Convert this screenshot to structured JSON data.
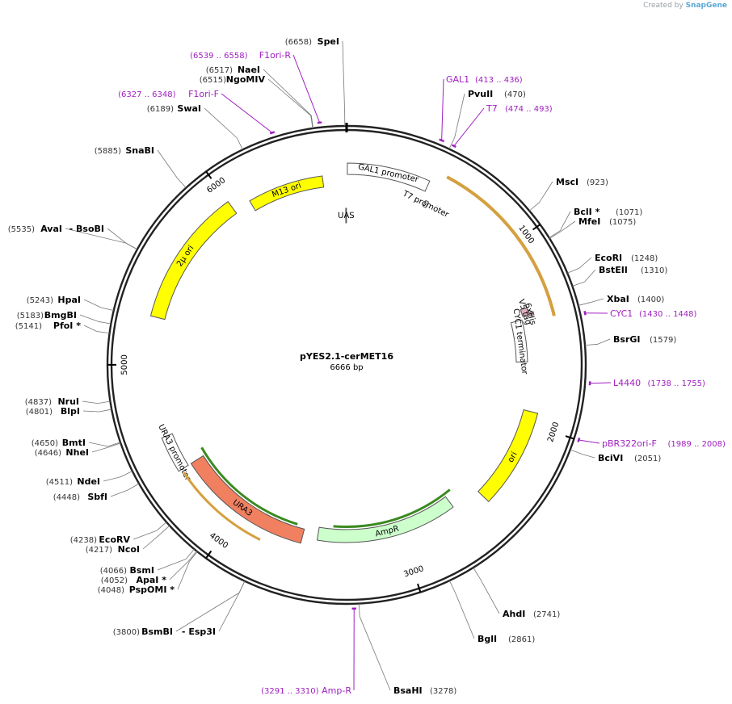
{
  "credit": {
    "prefix": "Created by",
    "brand": "SnapGene"
  },
  "plasmid": {
    "name": "pYES2.1-cerMET16",
    "size": 6666,
    "size_label": "6666 bp"
  },
  "ticks": [
    "1000",
    "2000",
    "3000",
    "4000",
    "5000",
    "6000"
  ],
  "enzymes": [
    {
      "name": "SpeI",
      "pos": "(6658)",
      "site": 6658
    },
    {
      "name": "NaeI",
      "pos": "(6517)",
      "site": 6517
    },
    {
      "name": "NgoMIV",
      "pos": "(6515)",
      "site": 6515
    },
    {
      "name": "SwaI",
      "pos": "(6189)",
      "site": 6189
    },
    {
      "name": "SnaBI",
      "pos": "(5885)",
      "site": 5885
    },
    {
      "name": "AvaI",
      "pos": "(5535)",
      "site": 5535
    },
    {
      "name": "- BsoBI",
      "pos": "",
      "site": 5535
    },
    {
      "name": "HpaI",
      "pos": "(5243)",
      "site": 5243
    },
    {
      "name": "BmgBI",
      "pos": "(5183)",
      "site": 5183
    },
    {
      "name": "PfoI *",
      "pos": "(5141)",
      "site": 5141
    },
    {
      "name": "NruI",
      "pos": "(4837)",
      "site": 4837
    },
    {
      "name": "BlpI",
      "pos": "(4801)",
      "site": 4801
    },
    {
      "name": "BmtI",
      "pos": "(4650)",
      "site": 4650
    },
    {
      "name": "NheI",
      "pos": "(4646)",
      "site": 4646
    },
    {
      "name": "NdeI",
      "pos": "(4511)",
      "site": 4511
    },
    {
      "name": "SbfI",
      "pos": "(4448)",
      "site": 4448
    },
    {
      "name": "EcoRV",
      "pos": "(4238)",
      "site": 4238
    },
    {
      "name": "NcoI",
      "pos": "(4217)",
      "site": 4217
    },
    {
      "name": "BsmI",
      "pos": "(4066)",
      "site": 4066
    },
    {
      "name": "ApaI *",
      "pos": "(4052)",
      "site": 4052
    },
    {
      "name": "PspOMI *",
      "pos": "(4048)",
      "site": 4048
    },
    {
      "name": "BsmBI",
      "pos": "(3800)",
      "site": 3800
    },
    {
      "name": "- Esp3I",
      "pos": "",
      "site": 3800
    },
    {
      "name": "PvuII",
      "pos": "(470)",
      "site": 470
    },
    {
      "name": "MscI",
      "pos": "(923)",
      "site": 923
    },
    {
      "name": "BclI *",
      "pos": "(1071)",
      "site": 1071
    },
    {
      "name": "MfeI",
      "pos": "(1075)",
      "site": 1075
    },
    {
      "name": "EcoRI",
      "pos": "(1248)",
      "site": 1248
    },
    {
      "name": "BstEII",
      "pos": "(1310)",
      "site": 1310
    },
    {
      "name": "XbaI",
      "pos": "(1400)",
      "site": 1400
    },
    {
      "name": "BsrGI",
      "pos": "(1579)",
      "site": 1579
    },
    {
      "name": "BciVI",
      "pos": "(2051)",
      "site": 2051
    },
    {
      "name": "AhdI",
      "pos": "(2741)",
      "site": 2741
    },
    {
      "name": "BglI",
      "pos": "(2861)",
      "site": 2861
    },
    {
      "name": "BsaHI",
      "pos": "(3278)",
      "site": 3278
    }
  ],
  "primers": [
    {
      "name": "F1ori-R",
      "range": "(6539 .. 6558)",
      "start": 6539,
      "end": 6558
    },
    {
      "name": "F1ori-F",
      "range": "(6327 .. 6348)",
      "start": 6327,
      "end": 6348
    },
    {
      "name": "GAL1",
      "range": "(413 .. 436)",
      "start": 413,
      "end": 436
    },
    {
      "name": "T7",
      "range": "(474 .. 493)",
      "start": 474,
      "end": 493
    },
    {
      "name": "CYC1",
      "range": "(1430 .. 1448)",
      "start": 1430,
      "end": 1448
    },
    {
      "name": "L4440",
      "range": "(1738 .. 1755)",
      "start": 1738,
      "end": 1755
    },
    {
      "name": "pBR322ori-F",
      "range": "(1989 .. 2008)",
      "start": 1989,
      "end": 2008
    },
    {
      "name": "Amp-R",
      "range": "(3291 .. 3310)",
      "start": 3291,
      "end": 3310
    }
  ],
  "features": [
    {
      "name": "GAL1 promoter",
      "start": 4,
      "end": 450,
      "type": "promoter",
      "color": "#ffffff"
    },
    {
      "name": "T7 promoter",
      "start": 476,
      "end": 494,
      "type": "promoter",
      "color": "#ffffff"
    },
    {
      "name": "UAS",
      "start": 6660,
      "end": 6665,
      "type": "box",
      "color": "#2a7a8c"
    },
    {
      "name": "6xHis",
      "start": 1370,
      "end": 1388,
      "type": "tag",
      "color": "#e0b0c4"
    },
    {
      "name": "V5 tag",
      "start": 1340,
      "end": 1380,
      "type": "tag",
      "color": "#e0b0c4"
    },
    {
      "name": "CYC1 terminator",
      "start": 1400,
      "end": 1648,
      "type": "terminator",
      "color": "#ffffff"
    },
    {
      "name": "ori",
      "start": 1930,
      "end": 2480,
      "type": "rep",
      "color": "#ffff00"
    },
    {
      "name": "AmpR",
      "start": 2650,
      "end": 3510,
      "type": "cds",
      "color": "#ccffcc"
    },
    {
      "name": "URA3",
      "start": 3600,
      "end": 4400,
      "type": "cds",
      "color": "#f08060"
    },
    {
      "name": "URA3 promoter",
      "start": 4400,
      "end": 4600,
      "type": "promoter",
      "color": "#ffffff"
    },
    {
      "name": "2μ ori",
      "start": 5260,
      "end": 6000,
      "type": "rep",
      "color": "#ffff00"
    },
    {
      "name": "M13 ori",
      "start": 6100,
      "end": 6530,
      "type": "rep",
      "color": "#ffff00"
    }
  ]
}
